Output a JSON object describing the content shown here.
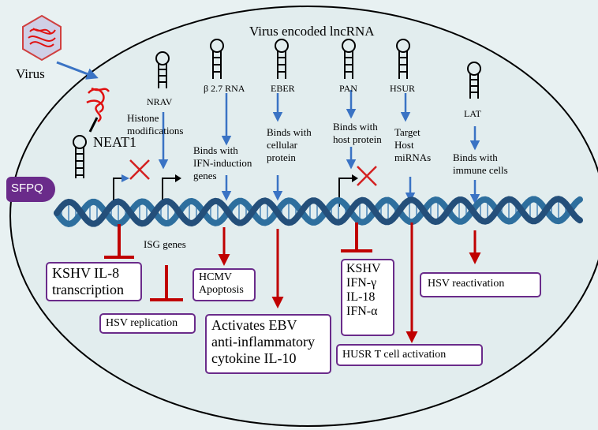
{
  "virus": {
    "label": "Virus"
  },
  "title": "Virus encoded lncRNA",
  "neat1": {
    "label": "NEAT1"
  },
  "sfpq": {
    "label": "SFPQ"
  },
  "rnas": {
    "nrav": "NRAV",
    "b27": "β 2.7 RNA",
    "eber": "EBER",
    "pan": "PAN",
    "hsur": "HSUR",
    "lat": "LAT"
  },
  "annotations": {
    "histone": [
      "Histone",
      "modifications"
    ],
    "b27_binds": [
      "Binds with",
      "IFN-induction",
      "genes"
    ],
    "eber_binds": [
      "Binds with",
      "cellular",
      "protein"
    ],
    "pan_binds": [
      "Binds with",
      "host protein"
    ],
    "hsur_target": [
      "Target",
      "Host",
      "miRNAs"
    ],
    "lat_binds": [
      "Binds with",
      "immune  cells"
    ],
    "isg_genes": "ISG genes"
  },
  "outcomes": {
    "kshv_il8": [
      "KSHV  IL-8",
      "transcription"
    ],
    "hsv_replication": "HSV replication",
    "hcmv_apoptosis": [
      "HCMV",
      "Apoptosis"
    ],
    "ebv_il10": [
      "Activates  EBV",
      "anti-inflammatory",
      "cytokine IL-10"
    ],
    "kshv_ifn": [
      "KSHV",
      "IFN-γ",
      "IL-18",
      "IFN-α"
    ],
    "husr_tcell": "HUSR  T cell activation",
    "hsv_reactivation": "HSV reactivation"
  },
  "colors": {
    "background": "#e8f1f2",
    "arrow_blue": "#3a73c4",
    "arrow_red": "#c00000",
    "box_border": "#6a2b8a",
    "dna": "#2e6f9e",
    "cross_red": "#d42020"
  }
}
